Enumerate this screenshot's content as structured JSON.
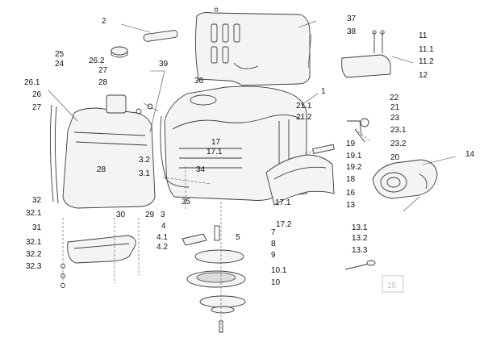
{
  "title": "",
  "callouts": [
    {
      "id": "c2",
      "label": "2"
    },
    {
      "id": "c25",
      "label": "25"
    },
    {
      "id": "c24",
      "label": "24"
    },
    {
      "id": "c26_2",
      "label": "26.2"
    },
    {
      "id": "c27a",
      "label": "27"
    },
    {
      "id": "c28a",
      "label": "28"
    },
    {
      "id": "c39",
      "label": "39"
    },
    {
      "id": "c36",
      "label": "36"
    },
    {
      "id": "c37",
      "label": "37"
    },
    {
      "id": "c38",
      "label": "38"
    },
    {
      "id": "c11",
      "label": "11"
    },
    {
      "id": "c11_1",
      "label": "11.1"
    },
    {
      "id": "c11_2",
      "label": "11.2"
    },
    {
      "id": "c12",
      "label": "12"
    },
    {
      "id": "c1",
      "label": "1"
    },
    {
      "id": "c26_1",
      "label": "26.1"
    },
    {
      "id": "c26",
      "label": "26"
    },
    {
      "id": "c27b",
      "label": "27"
    },
    {
      "id": "c28b",
      "label": "28"
    },
    {
      "id": "c22",
      "label": "22"
    },
    {
      "id": "c21_1",
      "label": "21.1"
    },
    {
      "id": "c21",
      "label": "21"
    },
    {
      "id": "c21_2",
      "label": "21.2"
    },
    {
      "id": "c23",
      "label": "23"
    },
    {
      "id": "c23_1",
      "label": "23.1"
    },
    {
      "id": "c23_2",
      "label": "23.2"
    },
    {
      "id": "c20",
      "label": "20"
    },
    {
      "id": "c14",
      "label": "14"
    },
    {
      "id": "c17",
      "label": "17"
    },
    {
      "id": "c17_1a",
      "label": "17.1"
    },
    {
      "id": "c3_2",
      "label": "3.2"
    },
    {
      "id": "c3_1",
      "label": "3.1"
    },
    {
      "id": "c34",
      "label": "34"
    },
    {
      "id": "c19",
      "label": "19"
    },
    {
      "id": "c19_1",
      "label": "19.1"
    },
    {
      "id": "c19_2",
      "label": "19.2"
    },
    {
      "id": "c18",
      "label": "18"
    },
    {
      "id": "c16",
      "label": "16"
    },
    {
      "id": "c13",
      "label": "13"
    },
    {
      "id": "c35",
      "label": "35"
    },
    {
      "id": "c17_1b",
      "label": "17.1"
    },
    {
      "id": "c32",
      "label": "32"
    },
    {
      "id": "c32_1a",
      "label": "32.1"
    },
    {
      "id": "c30",
      "label": "30"
    },
    {
      "id": "c29",
      "label": "29"
    },
    {
      "id": "c3",
      "label": "3"
    },
    {
      "id": "c17_2",
      "label": "17.2"
    },
    {
      "id": "c31",
      "label": "31"
    },
    {
      "id": "c4",
      "label": "4"
    },
    {
      "id": "c4_1",
      "label": "4.1"
    },
    {
      "id": "c5",
      "label": "5"
    },
    {
      "id": "c4_2",
      "label": "4.2"
    },
    {
      "id": "c7",
      "label": "7"
    },
    {
      "id": "c8",
      "label": "8"
    },
    {
      "id": "c32_1b",
      "label": "32.1"
    },
    {
      "id": "c32_2",
      "label": "32.2"
    },
    {
      "id": "c32_3",
      "label": "32.3"
    },
    {
      "id": "c9",
      "label": "9"
    },
    {
      "id": "c10_1",
      "label": "10.1"
    },
    {
      "id": "c10",
      "label": "10"
    },
    {
      "id": "c13_1",
      "label": "13.1"
    },
    {
      "id": "c13_2",
      "label": "13.2"
    },
    {
      "id": "c13_3",
      "label": "13.3"
    },
    {
      "id": "c15",
      "label": "15"
    }
  ]
}
